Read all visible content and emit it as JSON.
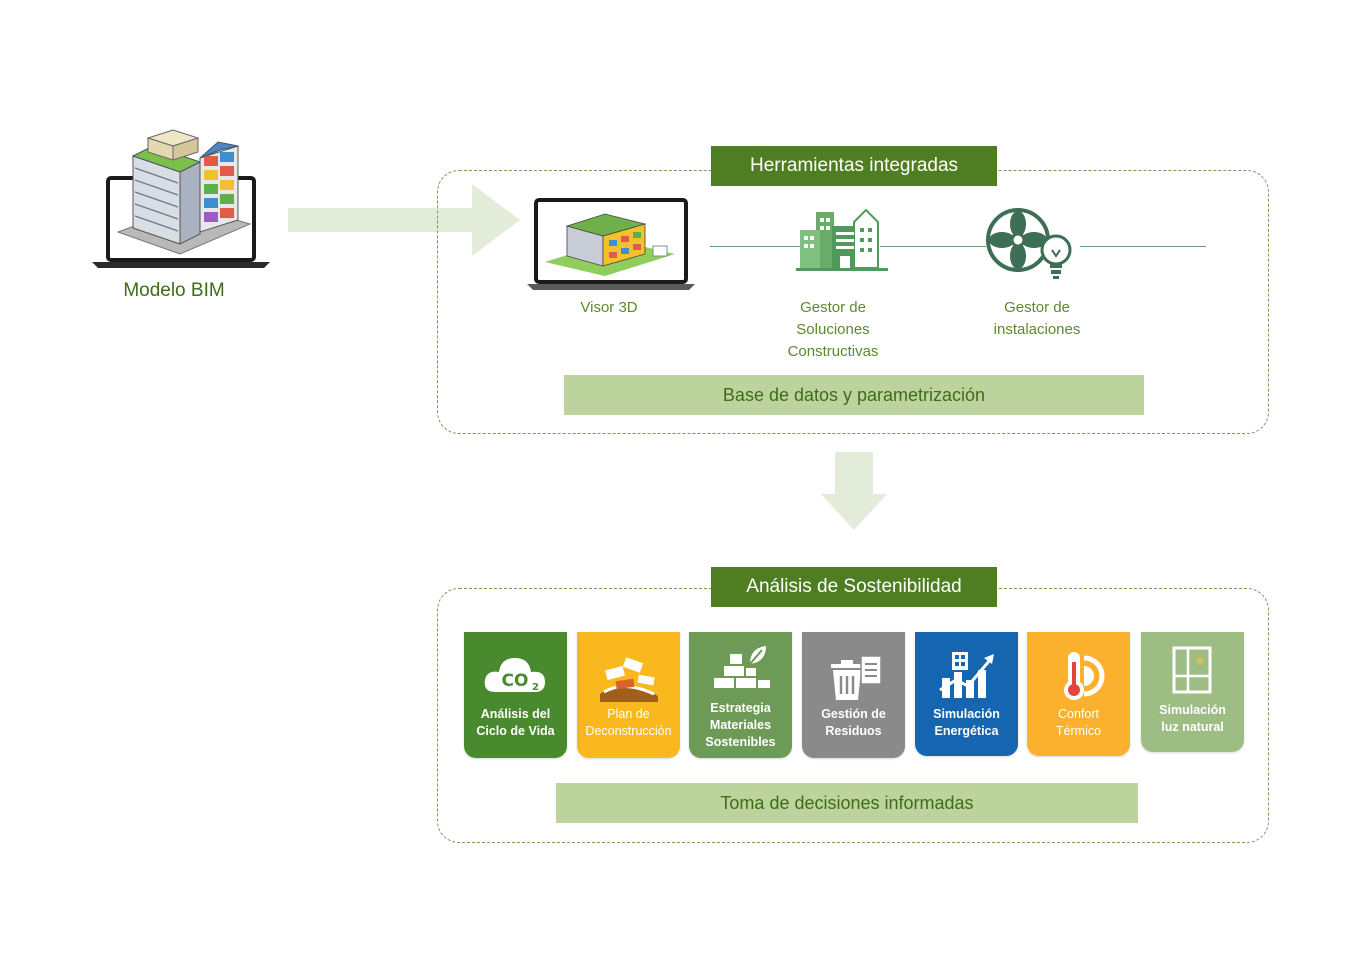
{
  "bim_model": {
    "label": "Modelo BIM"
  },
  "integrated_tools": {
    "header": "Herramientas integradas",
    "tools": [
      {
        "label": "Visor 3D"
      },
      {
        "label": "Gestor de\nSoluciones\nConstructivas"
      },
      {
        "label": "Gestor de\ninstalaciones"
      }
    ],
    "database_label": "Base de datos y parametrización"
  },
  "sustainability": {
    "header": "Análisis de Sostenibilidad",
    "cards": [
      {
        "label": "Análisis del\nCiclo de Vida",
        "color": "#4a8a2e",
        "icon": "co2-cloud-icon"
      },
      {
        "label": "Plan de\nDeconstrucción",
        "color": "#f9b81e",
        "icon": "deconstruction-icon"
      },
      {
        "label": "Estrategia\nMateriales\nSostenibles",
        "color": "#6e9a58",
        "icon": "sustainable-materials-icon"
      },
      {
        "label": "Gestión de\nResiduos",
        "color": "#8a8a8a",
        "icon": "waste-bin-icon"
      },
      {
        "label": "Simulación\nEnergética",
        "color": "#1565b0",
        "icon": "energy-chart-icon"
      },
      {
        "label": "Confort\nTérmico",
        "color": "#fbb12e",
        "icon": "thermometer-icon"
      },
      {
        "label": "Simulación\nluz natural",
        "color": "#9ebd84",
        "icon": "daylight-window-icon"
      }
    ],
    "decisions_label": "Toma de decisiones informadas"
  },
  "colors": {
    "dark_green": "#4f7d22",
    "light_green": "#bcd39e",
    "arrow": "#e2ecd8"
  }
}
